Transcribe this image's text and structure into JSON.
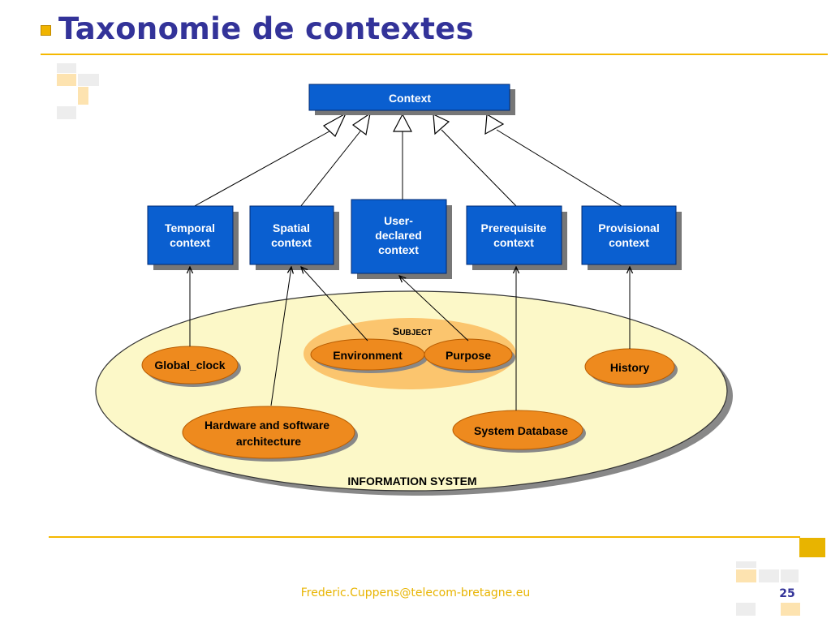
{
  "slide": {
    "title": "Taxonomie de contextes",
    "footer_email": "Frederic.Cuppens@telecom-bretagne.eu",
    "page_number": "25"
  },
  "diagram": {
    "root": "Context",
    "categories": [
      [
        "Temporal",
        "context"
      ],
      [
        "Spatial",
        "context"
      ],
      [
        "User-",
        "declared",
        "context"
      ],
      [
        "Prerequisite",
        "context"
      ],
      [
        "Provisional",
        "context"
      ]
    ],
    "information_system_label": "INFORMATION SYSTEM",
    "subject_label": "SUBJECT",
    "sources": {
      "global_clock": "Global_clock",
      "environment": "Environment",
      "purpose": "Purpose",
      "history": "History",
      "hardware": [
        "Hardware and software",
        "architecture"
      ],
      "system_database": "System Database"
    }
  },
  "colors": {
    "title": "#333399",
    "accent": "#f5b800",
    "box_fill": "#0a5fd0",
    "ellipse_fill": "#fcf8c8",
    "node_fill": "#ee8a1e",
    "subject_fill": "#fbc56e"
  }
}
